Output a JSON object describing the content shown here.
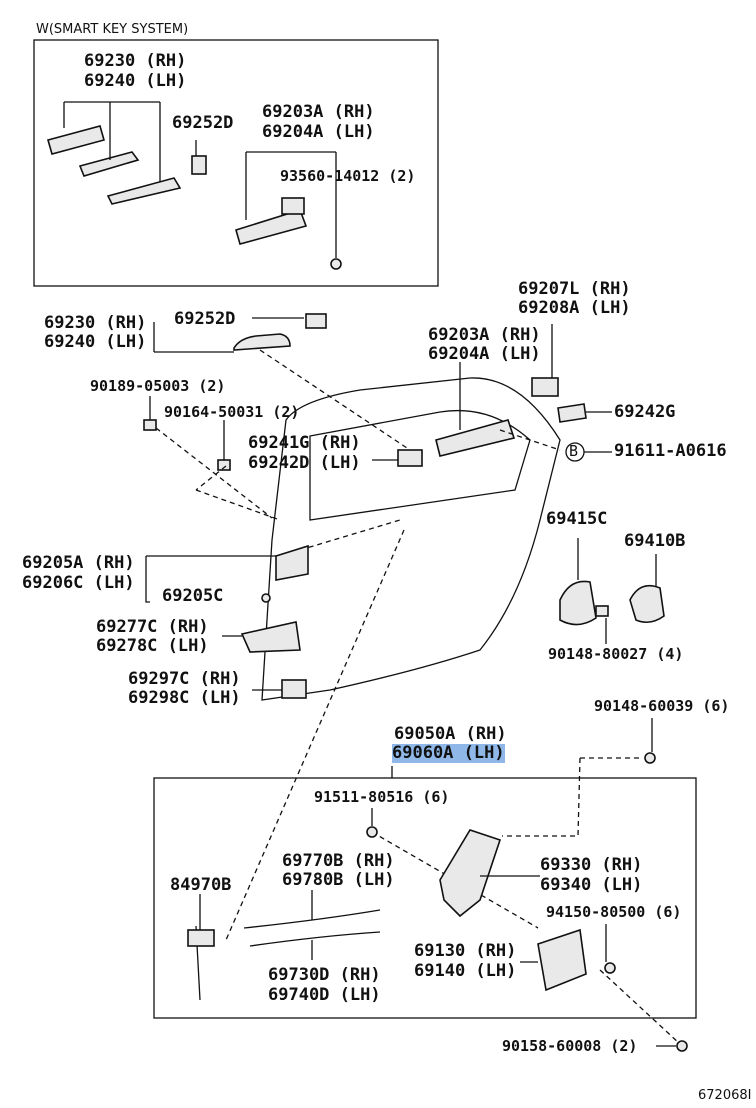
{
  "header": {
    "inset_caption": "W(SMART KEY SYSTEM)"
  },
  "inset": {
    "handle": [
      "69230 (RH)",
      "69240 (LH)"
    ],
    "cap": "69252D",
    "frame": [
      "69203A (RH)",
      "69204A (LH)"
    ],
    "screw": "93560-14012 (2)"
  },
  "main": {
    "handle": [
      "69230 (RH)",
      "69240 (LH)"
    ],
    "cap": "69252D",
    "frame": [
      "69203A (RH)",
      "69204A (LH)"
    ],
    "pad_top": [
      "69207L (RH)",
      "69208A (LH)"
    ],
    "screw1": "90189-05003 (2)",
    "screw2": "90164-50031 (2)",
    "pad": "69242G",
    "pad_rear": [
      "69241G (RH)",
      "69242D (LH)"
    ],
    "callout_b": "B",
    "bolt_ref": "91611-A0616",
    "inner_handle": [
      "69205A (RH)",
      "69206C (LH)"
    ],
    "inner_clip": "69205C",
    "striker_plate": "69415C",
    "striker": "69410B",
    "striker_screw": "90148-80027 (4)",
    "bezel": [
      "69277C (RH)",
      "69278C (LH)"
    ],
    "lock_knob": [
      "69297C (RH)",
      "69298C (LH)"
    ]
  },
  "lock_group": {
    "title": [
      "69050A (RH)",
      "69060A (LH)"
    ],
    "top_screw": "90148-60039 (6)",
    "screw": "91511-80516 (6)",
    "wire_harness": "84970B",
    "cable_top": [
      "69770B (RH)",
      "69780B (LH)"
    ],
    "link": [
      "69330 (RH)",
      "69340 (LH)"
    ],
    "screw_b": "94150-80500 (6)",
    "lock": [
      "69130 (RH)",
      "69140 (LH)"
    ],
    "cable_bottom": [
      "69730D (RH)",
      "69740D (LH)"
    ],
    "bottom_screw": "90158-60008 (2)"
  },
  "footer": {
    "figure_id": "672068I"
  }
}
